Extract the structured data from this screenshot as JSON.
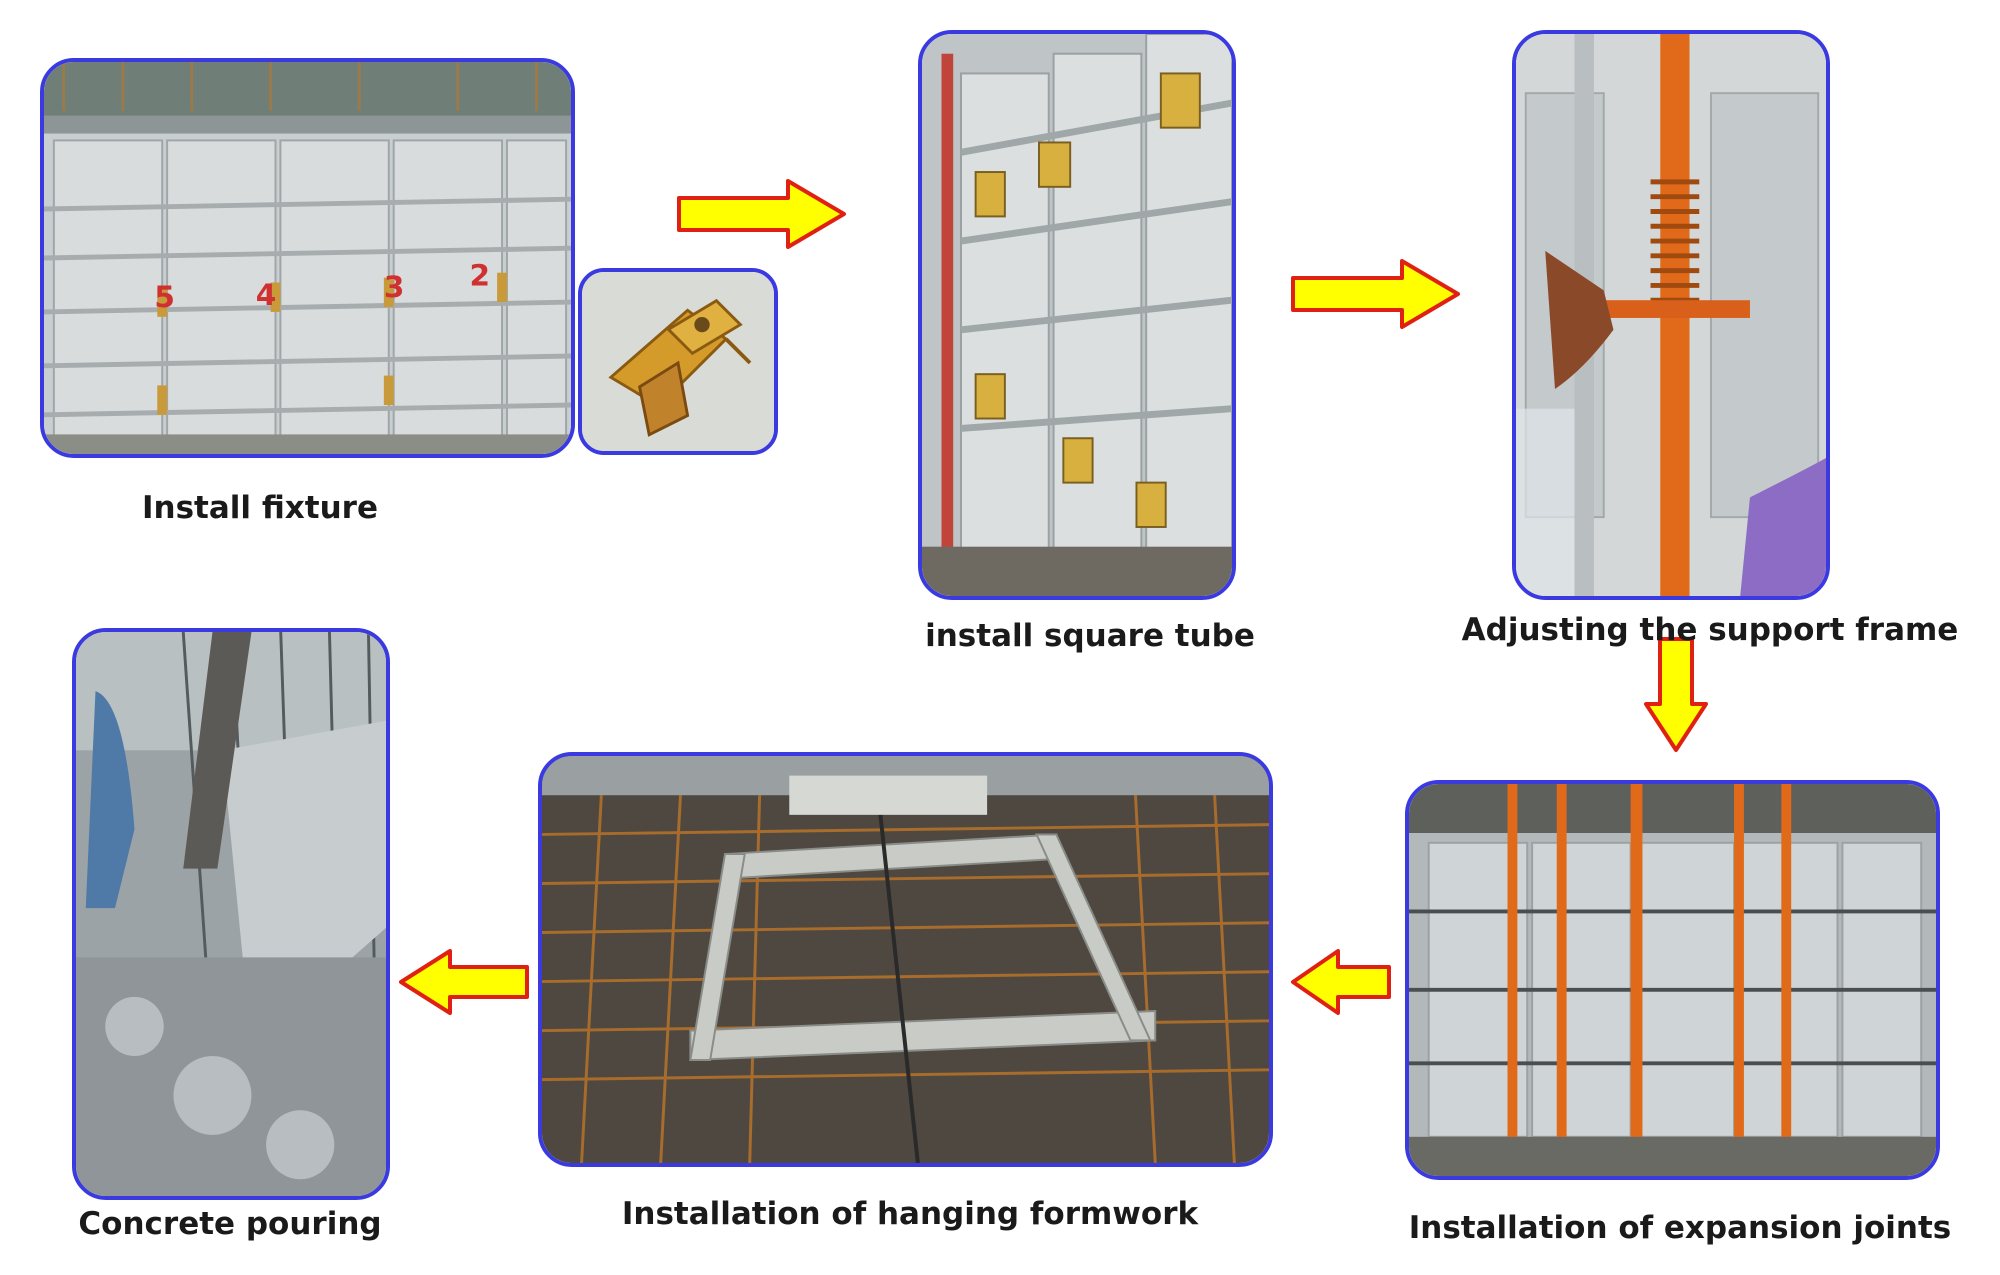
{
  "steps": {
    "install_fixture": "Install fixture",
    "install_square_tube": "install square tube",
    "adjust_support_frame": "Adjusting the support frame",
    "expansion_joints": "Installation of expansion joints",
    "hanging_formwork": "Installation of hanging formwork",
    "concrete_pouring": "Concrete pouring"
  },
  "colors": {
    "frame_border": "#3a3ae0",
    "arrow_fill": "#ffff00",
    "arrow_stroke": "#e02010",
    "support_prop": "#e06a1a",
    "rebar": "#b8732a"
  },
  "icons": {
    "arrow": "block-arrow",
    "fixture_clamp": "clamp-photo"
  }
}
